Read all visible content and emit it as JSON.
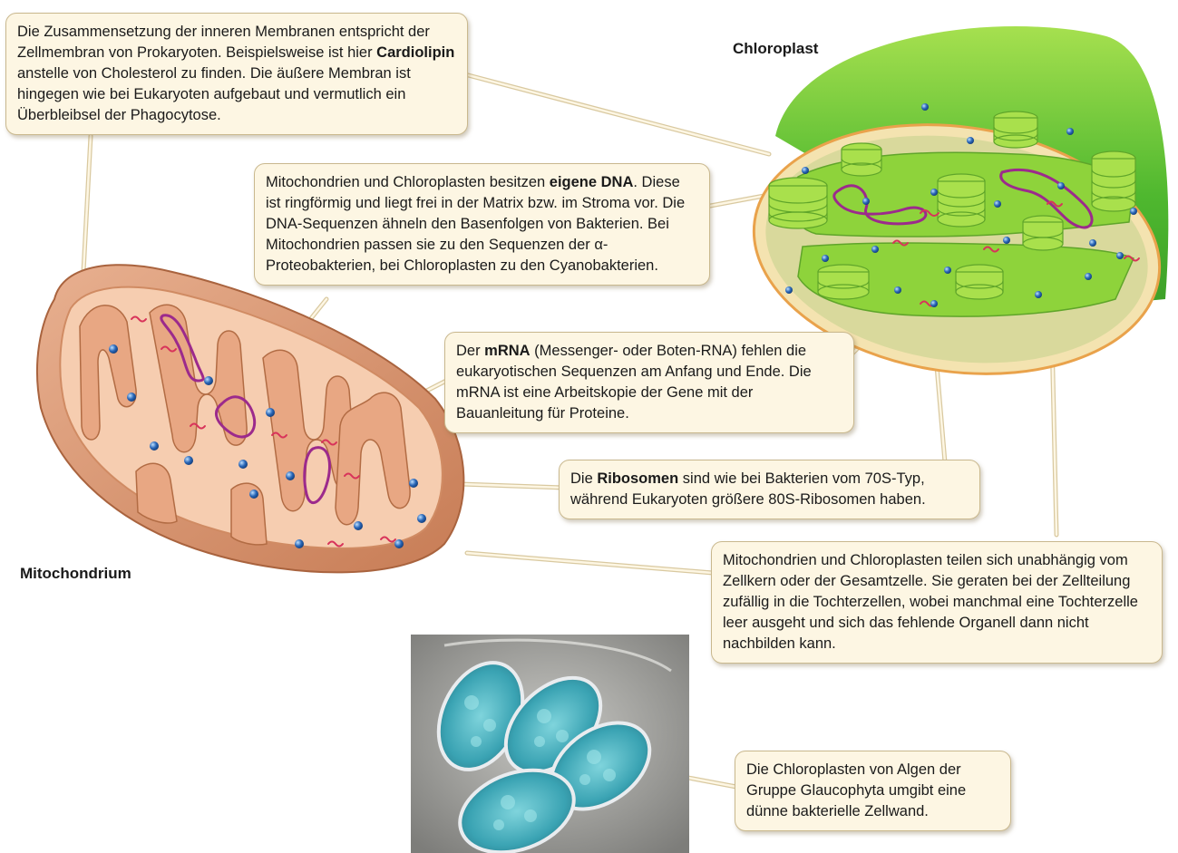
{
  "labels": {
    "chloroplast": "Chloroplast",
    "mitochondrium": "Mitochondrium"
  },
  "callouts": {
    "membrane": {
      "p1": "Die Zusammensetzung der inneren Membranen entspricht der Zellmembran von Prokaryoten. Beispielsweise ist hier ",
      "bold": "Cardiolipin",
      "p2": " anstelle von Cholesterol zu finden. Die äußere Membran ist hingegen wie bei Eukaryoten aufgebaut und vermutlich ein Überbleibsel der Phagocytose."
    },
    "dna": {
      "p1": "Mitochondrien und Chloroplasten besitzen ",
      "bold": "eigene DNA",
      "p2": ". Diese ist ringförmig und liegt frei in der Matrix bzw. im Stroma vor. Die DNA-Sequenzen ähneln den Basenfolgen von Bakterien. Bei Mitochondrien passen sie zu den Sequenzen der α-Proteobakterien, bei Chloroplasten zu den Cyanobakterien."
    },
    "mrna": {
      "p1": "Der ",
      "bold": "mRNA",
      "p2": " (Messenger- oder Boten-RNA) fehlen die eukaryotischen Sequenzen am Anfang und Ende. Die mRNA ist eine Arbeitskopie der Gene mit der Bauanleitung für Proteine."
    },
    "ribosomes": {
      "p1": "Die ",
      "bold": "Ribosomen",
      "p2": " sind wie bei Bakterien vom 70S-Typ, während Eukaryoten größere 80S-Ribosomen haben."
    },
    "division": {
      "text": "Mitochondrien und Chloroplasten teilen sich unabhängig vom Zellkern oder der Gesamtzelle. Sie geraten bei der Zellteilung zufällig in die Tochterzellen, wobei manchmal eine Tochterzelle leer ausgeht und sich das fehlende Organell dann nicht nachbilden kann."
    },
    "glaucophyta": {
      "text": "Die Chloroplasten von Algen der Gruppe Glaucophyta umgibt eine dünne bakterielle Zellwand."
    }
  },
  "colors": {
    "callout_bg": "#fdf6e3",
    "callout_border": "#c9b88e",
    "mito_outer": "#e0a27e",
    "mito_inner": "#f6cdb0",
    "chloro_outer": "#6cc93a",
    "chloro_stroma": "#d8d99a",
    "thylakoid": "#8ed33b",
    "ribosome": "#2a67b8",
    "dna": "#9c2a8c",
    "mrna": "#d8335a"
  }
}
